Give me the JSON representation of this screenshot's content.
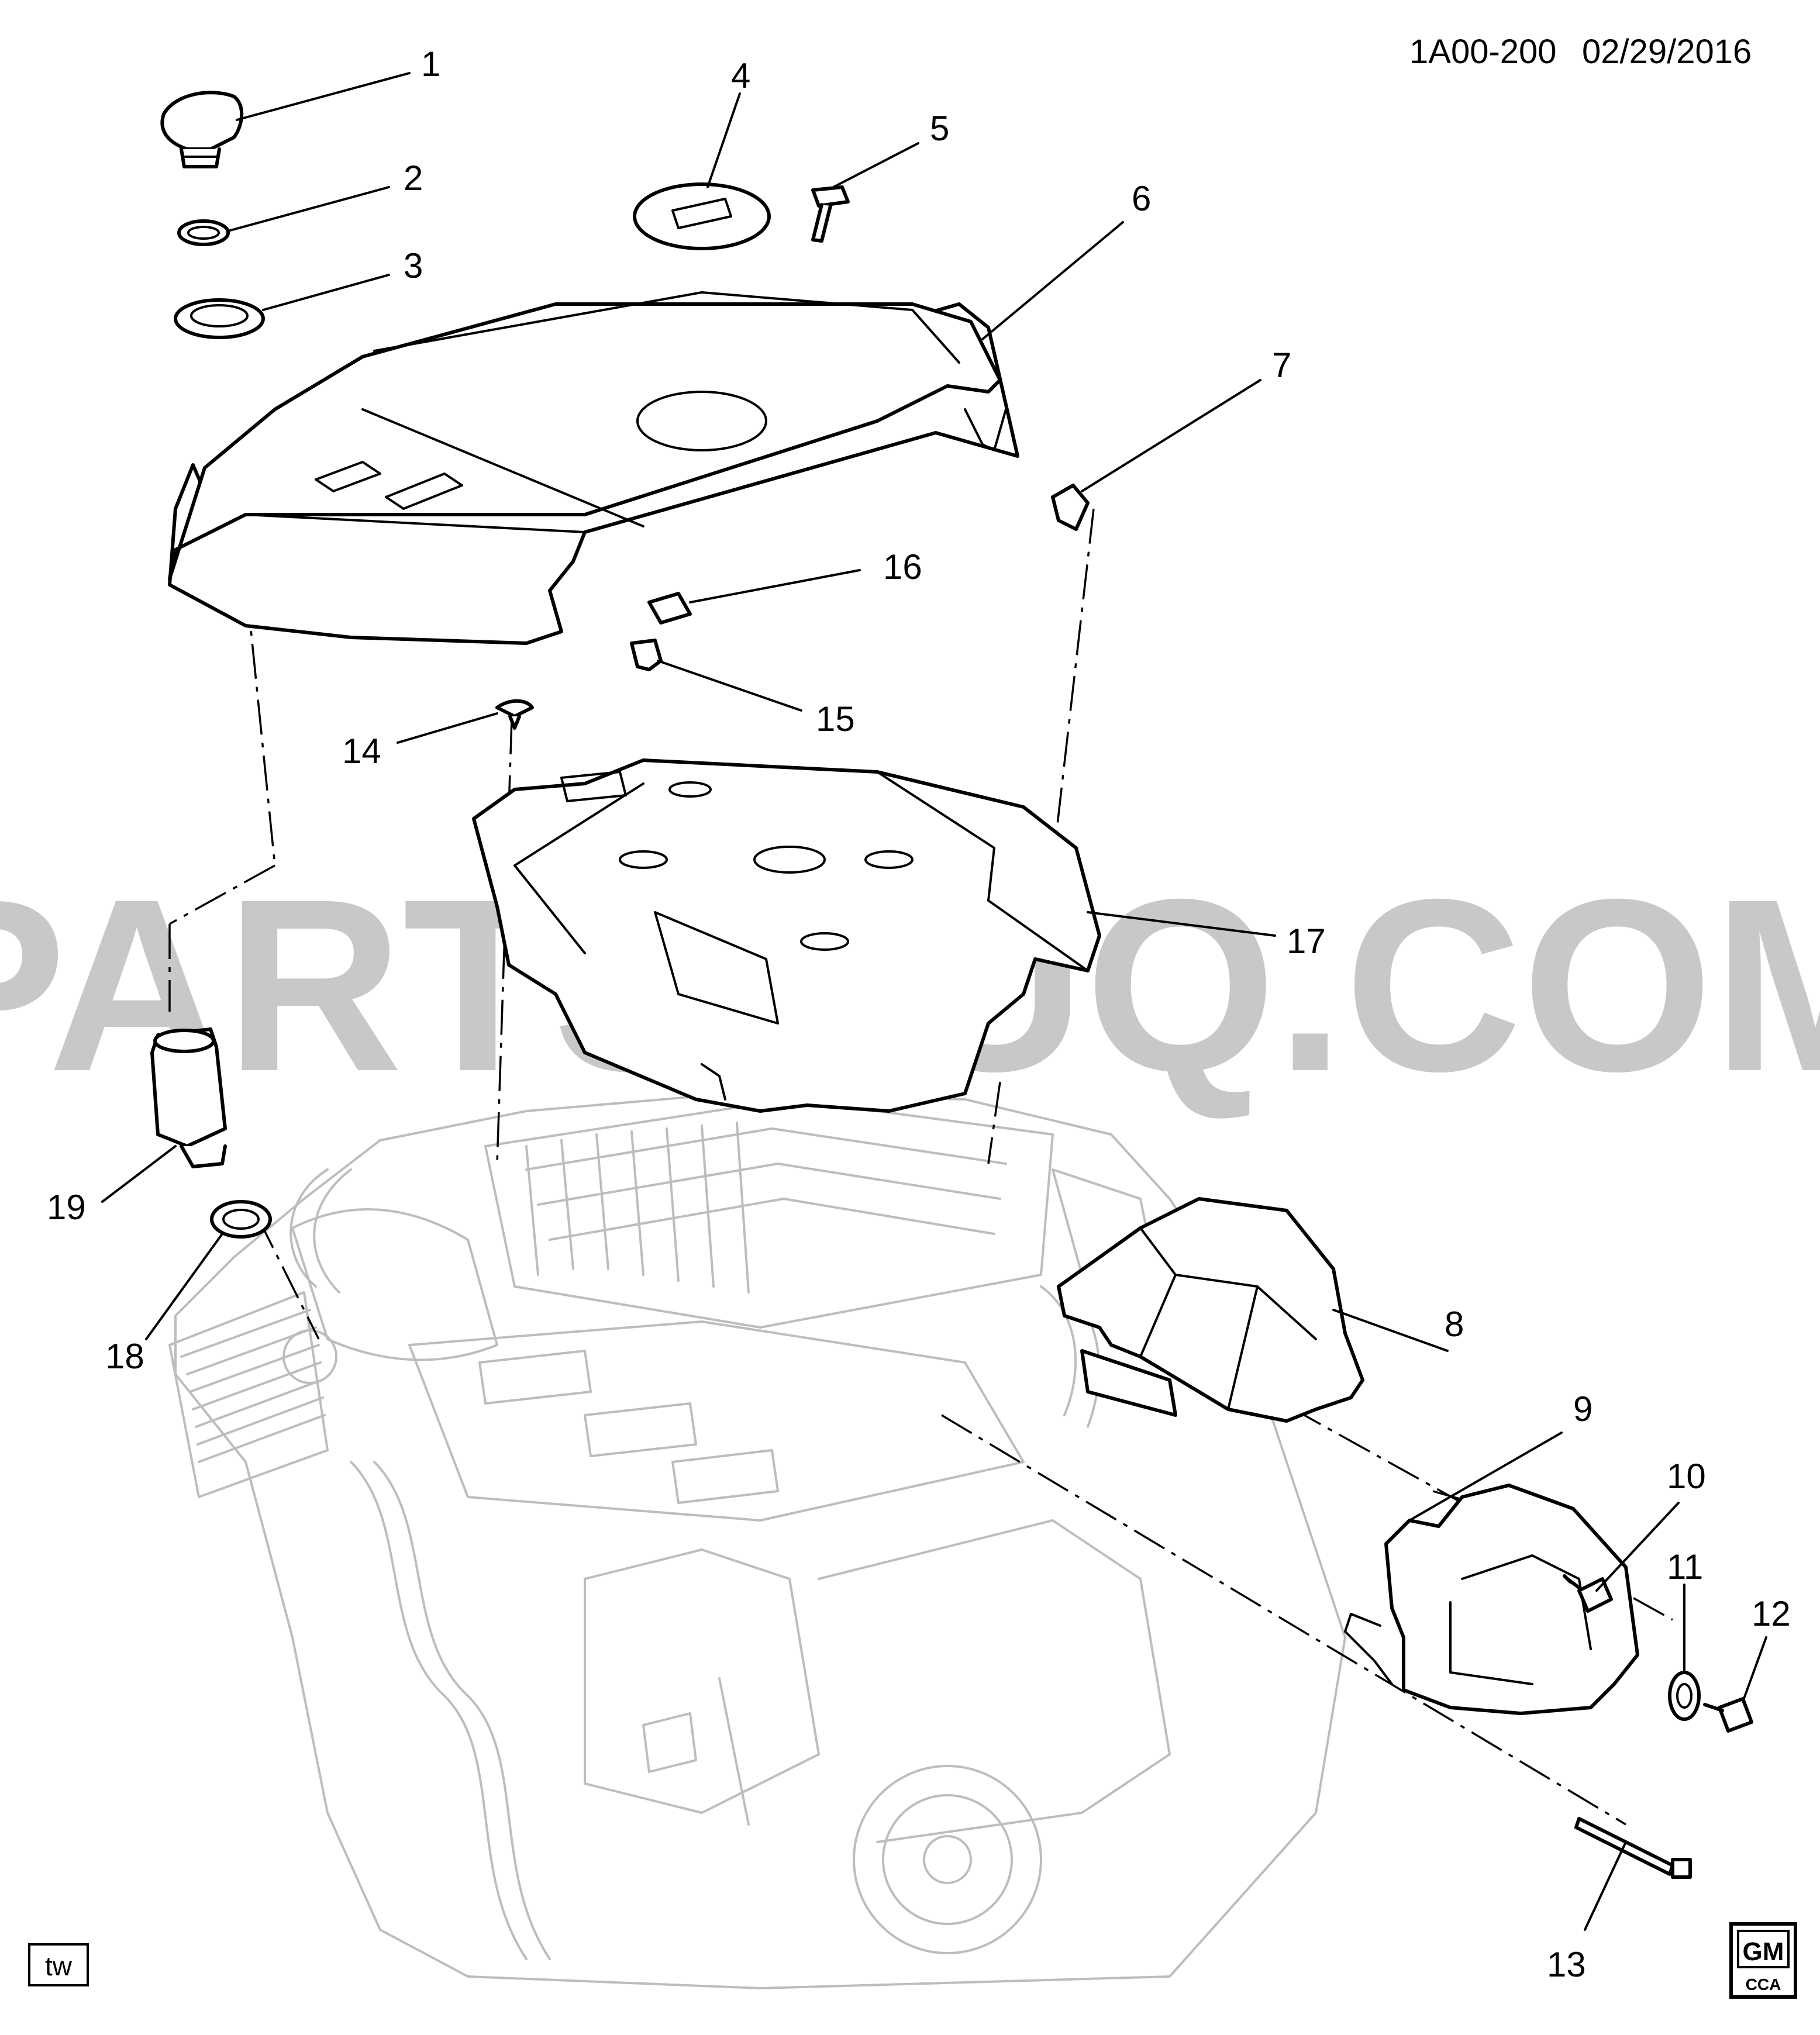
{
  "header": {
    "diagram_code": "1A00-200",
    "date": "02/29/2016"
  },
  "watermark": {
    "text": "PARTSOUQ.COM",
    "color": "#c8c8c8"
  },
  "footer": {
    "tag": "tw",
    "brand_top": "GM",
    "brand_bottom": "CCA"
  },
  "callouts": [
    {
      "id": "callout-1",
      "label": "1"
    },
    {
      "id": "callout-2",
      "label": "2"
    },
    {
      "id": "callout-3",
      "label": "3"
    },
    {
      "id": "callout-4",
      "label": "4"
    },
    {
      "id": "callout-5",
      "label": "5"
    },
    {
      "id": "callout-6",
      "label": "6"
    },
    {
      "id": "callout-7",
      "label": "7"
    },
    {
      "id": "callout-8",
      "label": "8"
    },
    {
      "id": "callout-9",
      "label": "9"
    },
    {
      "id": "callout-10",
      "label": "10"
    },
    {
      "id": "callout-11",
      "label": "11"
    },
    {
      "id": "callout-12",
      "label": "12"
    },
    {
      "id": "callout-13",
      "label": "13"
    },
    {
      "id": "callout-14",
      "label": "14"
    },
    {
      "id": "callout-15",
      "label": "15"
    },
    {
      "id": "callout-16",
      "label": "16"
    },
    {
      "id": "callout-17",
      "label": "17"
    },
    {
      "id": "callout-18",
      "label": "18"
    },
    {
      "id": "callout-19",
      "label": "19"
    }
  ]
}
